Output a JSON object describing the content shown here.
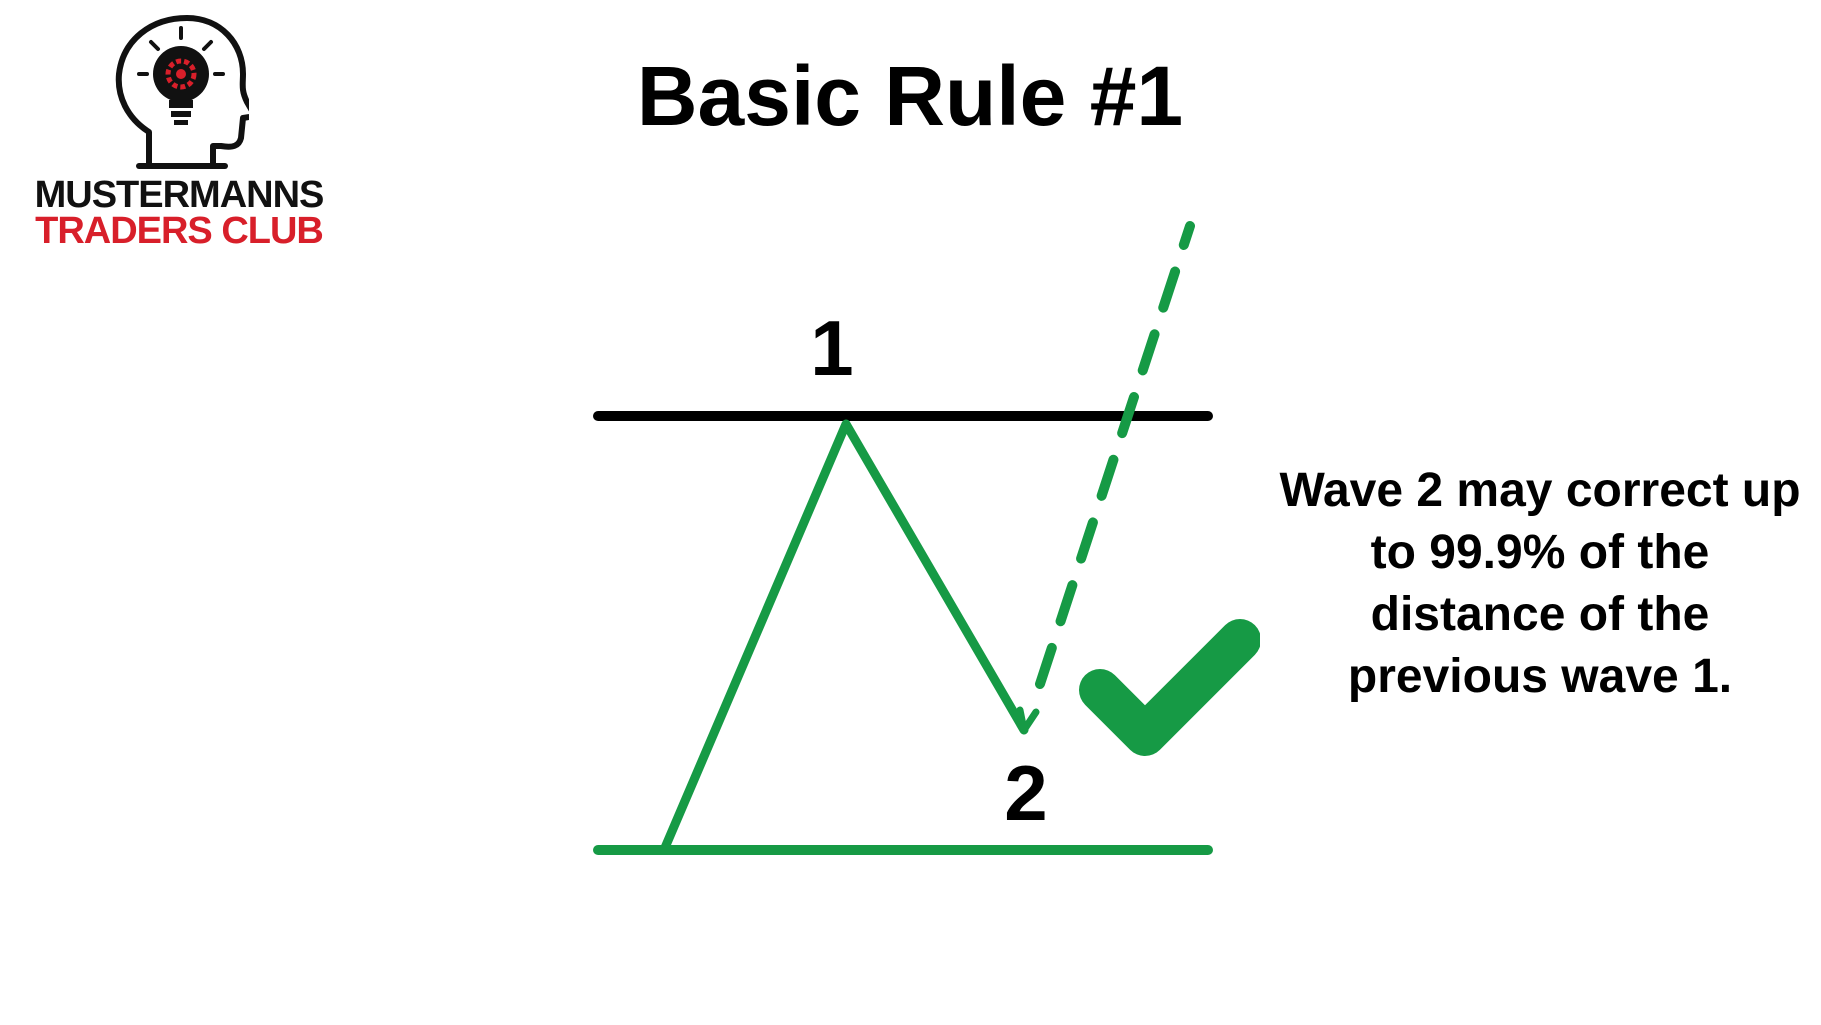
{
  "logo": {
    "line1": "MUSTERMANNS",
    "line2": "TRADERS CLUB",
    "icon": "head-lightbulb-icon"
  },
  "title": "Basic Rule #1",
  "diagram": {
    "label_1": "1",
    "label_2": "2",
    "check_icon": "checkmark-icon"
  },
  "caption": "Wave 2 may correct up to 99.9% of the distance of the previous wave 1.",
  "colors": {
    "wave_green": "#169a45",
    "level_black": "#000000",
    "brand_red": "#d81f2a"
  }
}
